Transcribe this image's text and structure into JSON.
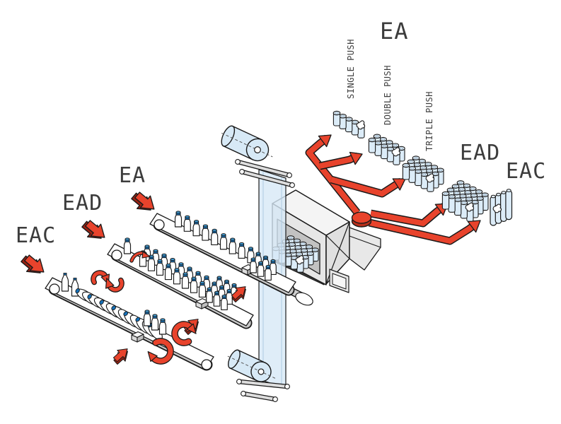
{
  "infeed_labels": [
    {
      "id": "ea",
      "label": "EA"
    },
    {
      "id": "ead",
      "label": "EAD"
    },
    {
      "id": "eac",
      "label": "EAC"
    }
  ],
  "output_group_label": "EA",
  "outputs": [
    {
      "id": "single-push",
      "label": "SINGLE PUSH",
      "rows": 1,
      "cols": 5
    },
    {
      "id": "double-push",
      "label": "DOUBLE PUSH",
      "rows": 2,
      "cols": 5
    },
    {
      "id": "triple-push",
      "label": "TRIPLE PUSH",
      "rows": 3,
      "cols": 5
    },
    {
      "id": "ead-pack",
      "label": "EAD",
      "rows": 4,
      "cols": 5
    },
    {
      "id": "eac-pack",
      "label": "EAC",
      "type": "wrapped"
    }
  ],
  "colors": {
    "accent_red": "#e8432c",
    "accent_red_dark": "#9a2212",
    "film_blue": "#d7e9f6",
    "pack_blue": "#dcecf8",
    "pack_blue_light": "#e7f1fa",
    "cap_blue_dark": "#1470b8",
    "cap_blue_light": "#3fa0dc",
    "machine_gray": "#e6e6e6",
    "tunnel_gray": "#c2c2c2",
    "belt_gray": "#c8c8c8",
    "outline": "#1a1a1a",
    "label_color": "#3c3c3c",
    "background": "#ffffff"
  }
}
